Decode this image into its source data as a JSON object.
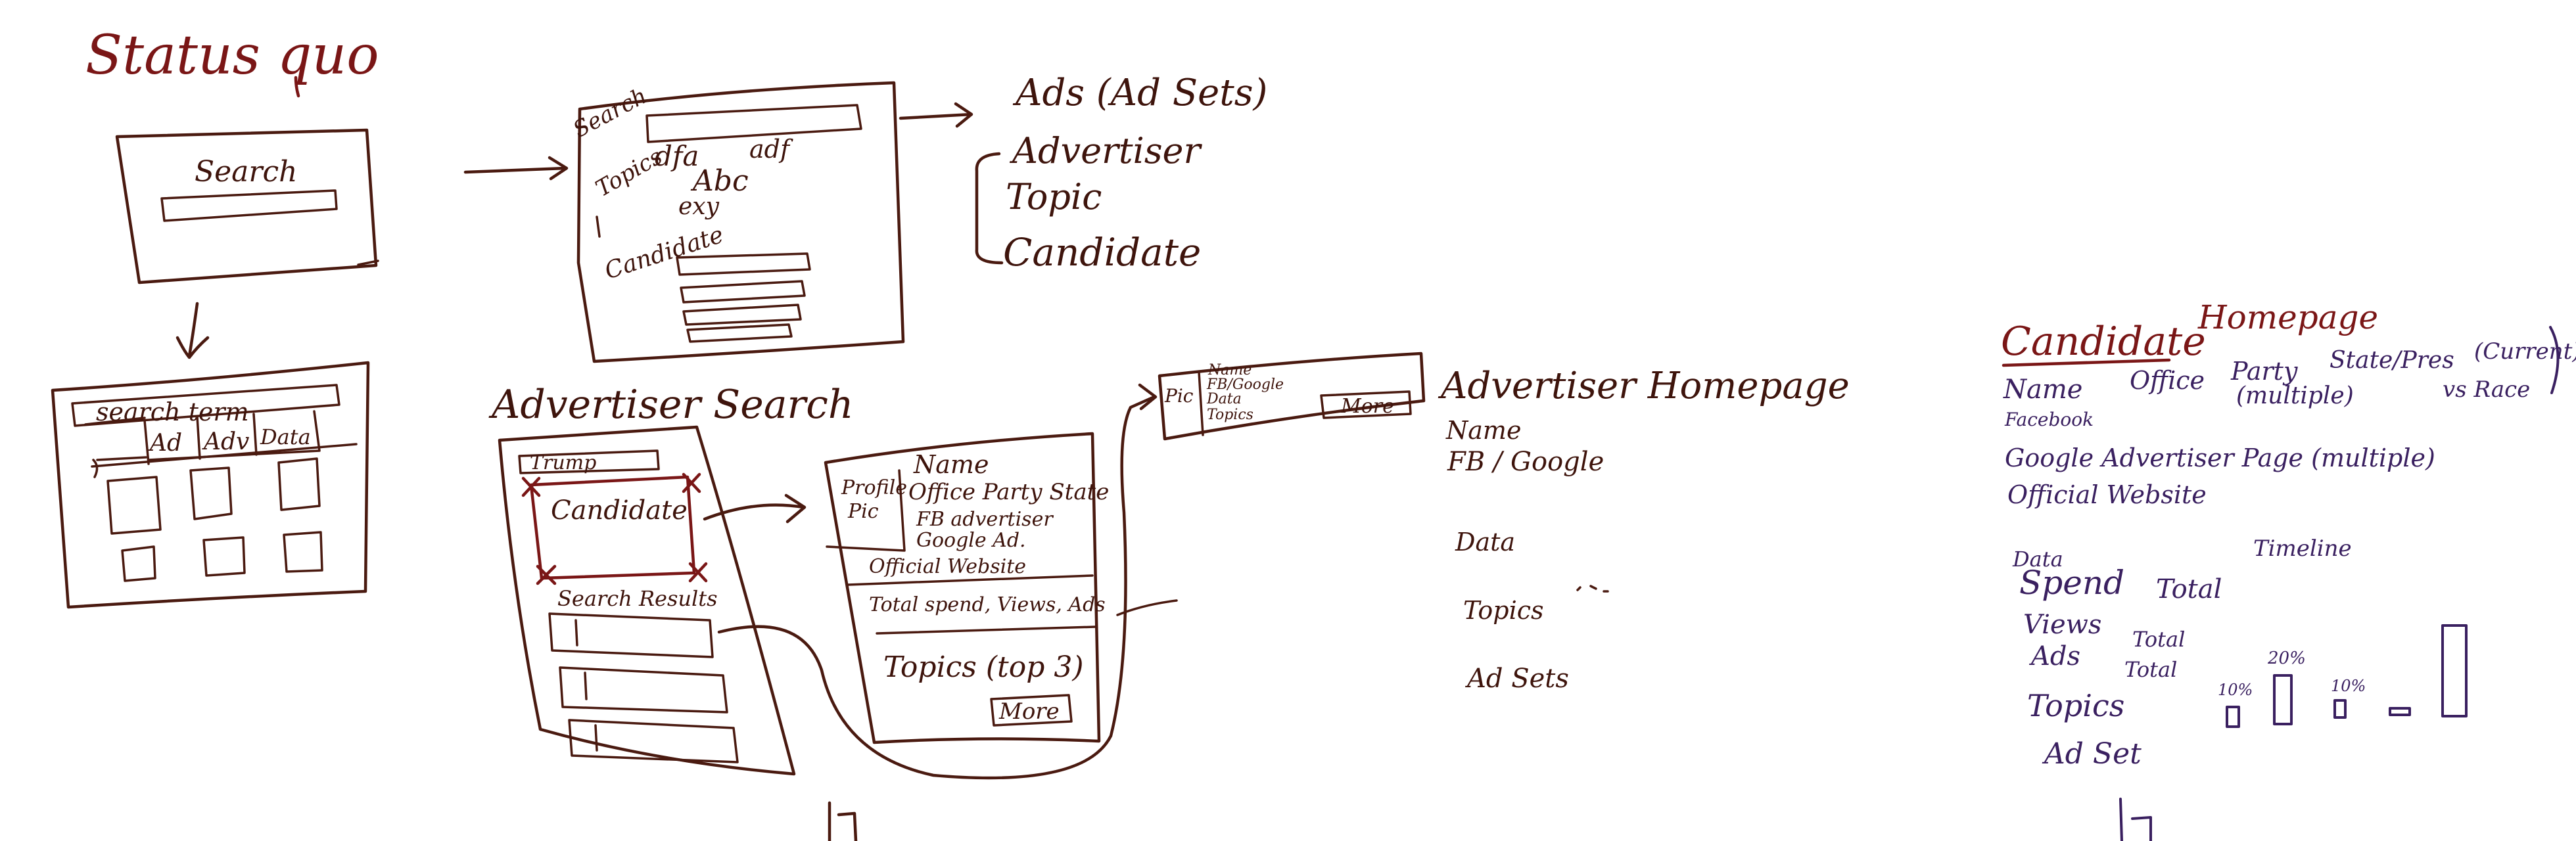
{
  "status_quo": {
    "title": "Status quo",
    "search_box_label": "Search",
    "results_search_term": "search term",
    "filter_tabs": [
      "Ad",
      "Adv",
      "Data"
    ]
  },
  "search_page": {
    "search_label": "Search",
    "topics_label": "Topics",
    "topic_words": [
      "dfa",
      "adf",
      "Abc",
      "exy"
    ],
    "candidate_label": "Candidate"
  },
  "search_outcomes": {
    "header": "Ads (Ad Sets)",
    "items": [
      "Advertiser",
      "Topic",
      "Candidate"
    ]
  },
  "advertiser_search": {
    "title": "Advertiser Search",
    "query": "Trump",
    "candidate_label": "Candidate",
    "results_label": "Search Results"
  },
  "candidate_card": {
    "profile_pic": "Profile Pic",
    "name": "Name",
    "office_line": "Office Party State",
    "fb_advertiser": "FB advertiser",
    "google_ad": "Google Ad.",
    "official_website": "Official Website",
    "totals": "Total spend, Views, Ads",
    "topics": "Topics (top 3)",
    "more": "More"
  },
  "advertiser_card": {
    "pic": "Pic",
    "lines": [
      "Name",
      "FB/Google",
      "Data",
      "Topics"
    ],
    "more": "More"
  },
  "advertiser_homepage": {
    "title": "Advertiser Homepage",
    "items": [
      "Name",
      "FB / Google",
      "Data",
      "Topics",
      "Ad Sets"
    ]
  },
  "candidate_homepage": {
    "title_a": "Candidate",
    "title_b": "Homepage",
    "row1": [
      "Name",
      "Office",
      "Party",
      "State/Pres",
      "(Current)"
    ],
    "row1_sub": [
      "(multiple)",
      "vs Race"
    ],
    "facebook": "Facebook",
    "google_line": "Google Advertiser Page (multiple)",
    "official_website": "Official Website",
    "data": "Data",
    "timeline": "Timeline",
    "spend": "Spend",
    "spend_total": "Total",
    "views": "Views",
    "views_total": "Total",
    "ads": "Ads",
    "ads_total": "Total",
    "topics": "Topics",
    "ad_set": "Ad Set",
    "percents": [
      "10%",
      "20%",
      "10%"
    ]
  },
  "colors": {
    "ink": "#4a1a10",
    "red_ink": "#7a1616",
    "purple_ink": "#3a2060"
  }
}
